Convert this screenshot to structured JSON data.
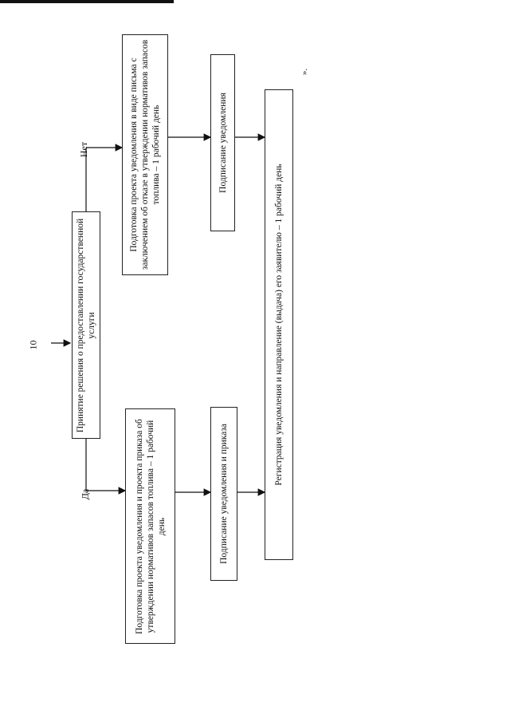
{
  "page": {
    "number": "10",
    "end_mark": "».",
    "decision": "Принятие решения о предоставлении государственной услуги",
    "yes_label": "Да",
    "no_label": "Нет",
    "yes_prepare": "Подготовка проекта уведомления и проекта приказа об утверждении нормативов запасов топлива – 1 рабочий день",
    "no_prepare": "Подготовка проекта уведомления в виде письма с заключением об отказе в утверждении нормативов запасов топлива – 1 рабочий день",
    "yes_sign": "Подписание уведомления и приказа",
    "no_sign": "Подписание уведомления",
    "register": "Регистрация уведомления и направление (выдача) его заявителю – 1 рабочий день"
  }
}
